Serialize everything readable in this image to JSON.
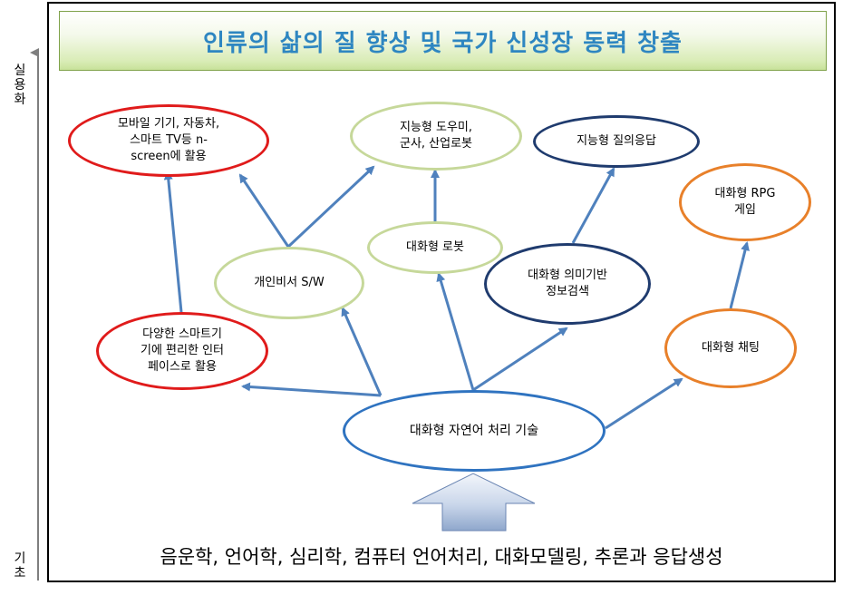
{
  "banner": {
    "title": "인류의 삶의 질 향상 및 국가 신성장 동력 창출"
  },
  "axis": {
    "top_label": "실\n용\n화",
    "bottom_label": "기\n초"
  },
  "nodes": {
    "mobile": "모바일 기기, 자동차,\n스마트 TV등 n-\nscreen에 활용",
    "smart_interface": "다양한 스마트기\n기에 편리한 인터\n페이스로 활용",
    "personal_assistant": "개인비서 S/W",
    "intelligent_helper": "지능형 도우미,\n군사, 산업로봇",
    "dialog_robot": "대화형 로봇",
    "intelligent_qa": "지능형 질의응답",
    "semantic_search": "대화형 의미기반\n정보검색",
    "rpg_game": "대화형 RPG\n게임",
    "chatting": "대화형 채팅",
    "core_nlp": "대화형 자연어 처리 기술"
  },
  "foundation": {
    "text": "음운학, 언어학, 심리학, 컴퓨터 언어처리, 대화모델링, 추론과 응답생성"
  },
  "colors": {
    "banner_text": "#2e86c1",
    "red_border": "#e01b1b",
    "green_border": "#c6d89a",
    "navy_border": "#1f3b6e",
    "orange_border": "#e8802a",
    "blue_border": "#2f73c0",
    "arrow": "#4f81bd"
  }
}
